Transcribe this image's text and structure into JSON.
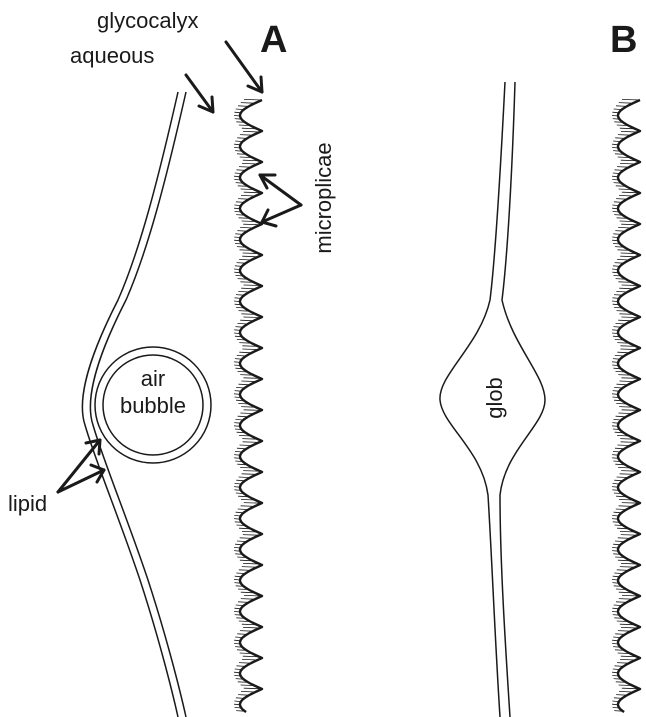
{
  "panels": {
    "a": "A",
    "b": "B"
  },
  "labels": {
    "glycocalyx": "glycocalyx",
    "aqueous": "aqueous",
    "microplicae": "microplicae",
    "air": "air",
    "bubble": "bubble",
    "lipid": "lipid",
    "glob": "glob"
  }
}
